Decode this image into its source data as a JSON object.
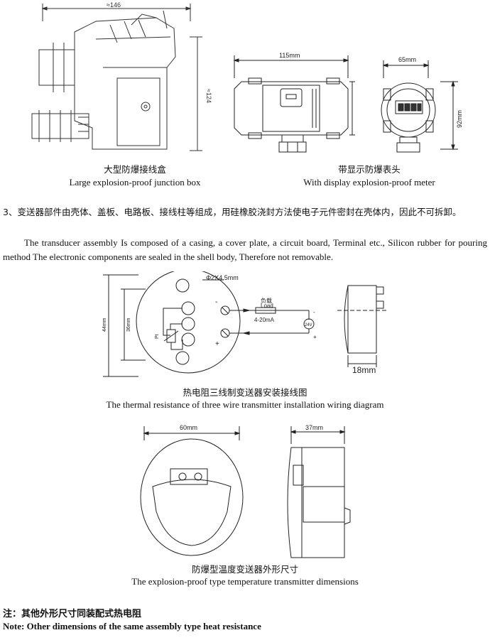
{
  "figures": {
    "junction_box": {
      "caption_cn": "大型防爆接线盒",
      "caption_en": "Large explosion-proof junction box",
      "dim_width": "≈146",
      "dim_height": "≈124"
    },
    "display_meter": {
      "caption_cn": "带显示防爆表头",
      "caption_en": "With display explosion-proof meter",
      "dim_width": "115mm",
      "dim_depth": "65mm",
      "dim_height": "92mm"
    },
    "wiring": {
      "caption_cn": "热电阻三线制变送器安装接线图",
      "caption_en": "The thermal resistance of three wire transmitter installation wiring diagram",
      "hole_label": "Φ2X4.5mm",
      "load_cn": "负载",
      "load_en": "Load",
      "current": "4-20mA",
      "supply": "24V",
      "dim_outer": "44mm",
      "dim_inner": "36mm",
      "dim_thickness": "18mm",
      "rtd_label": "Pt",
      "minus": "-",
      "plus": "+"
    },
    "dimensions": {
      "caption_cn": "防爆型温度变送器外形尺寸",
      "caption_en": "The explosion-proof type temperature transmitter dimensions",
      "dim_width": "60mm",
      "dim_depth": "37mm"
    }
  },
  "section3": {
    "text_cn": "3、变送器部件由壳体、盖板、电路板、接线柱等组成，用硅橡胶浇封方法使电子元件密封在壳体内，因此不可拆卸。",
    "text_en": "The transducer assembly Is composed of a casing, a cover plate, a circuit board, Terminal etc., Silicon rubber for pouring method The electronic components are sealed in the shell body, Therefore not removable."
  },
  "note": {
    "cn": "注：其他外形尺寸同装配式热电阻",
    "en": "Note: Other dimensions of the same assembly type heat resistance"
  }
}
